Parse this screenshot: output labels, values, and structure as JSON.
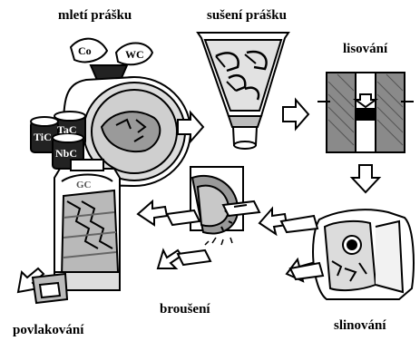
{
  "steps": {
    "milling": "mletí prášku",
    "drying": "sušení prášku",
    "pressing": "lisování",
    "sintering": "slinování",
    "grinding": "broušení",
    "coating": "povlakování"
  },
  "powder_labels": {
    "cobalt": "Co",
    "tungsten_carbide": "WC",
    "tantalum_carbide": "TaC",
    "titanium_carbide": "TiC",
    "niobium_carbide": "NbC"
  },
  "coating_tank_label": "GC"
}
